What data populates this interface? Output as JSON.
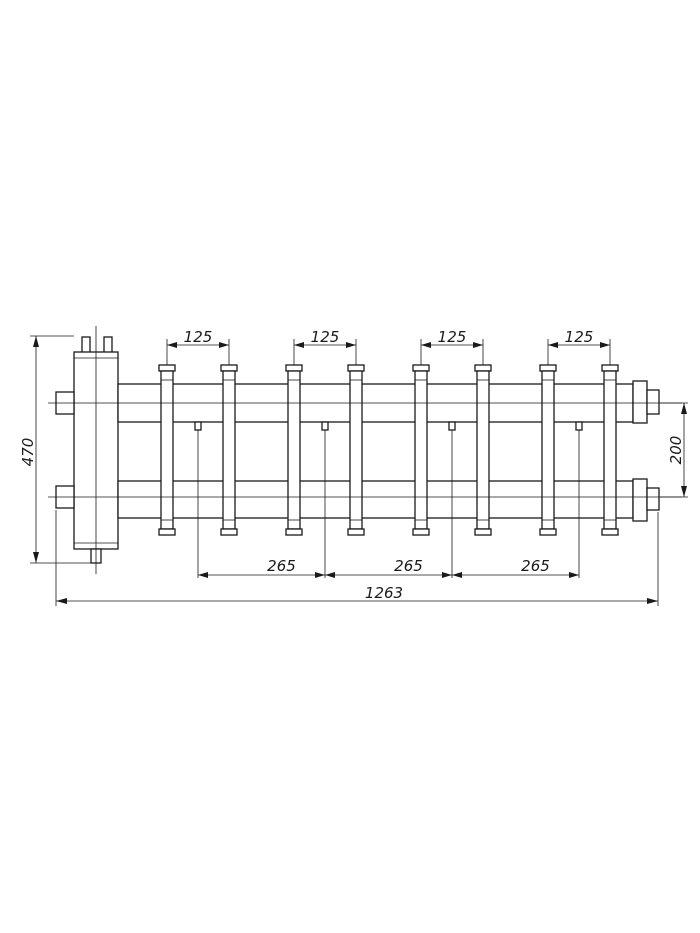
{
  "drawing": {
    "dimensions": {
      "pitch_labels": [
        "125",
        "125",
        "125",
        "125"
      ],
      "spacing_labels": [
        "265",
        "265",
        "265"
      ],
      "overall_width": "1263",
      "overall_height": "470",
      "collector_spacing": "200"
    }
  }
}
